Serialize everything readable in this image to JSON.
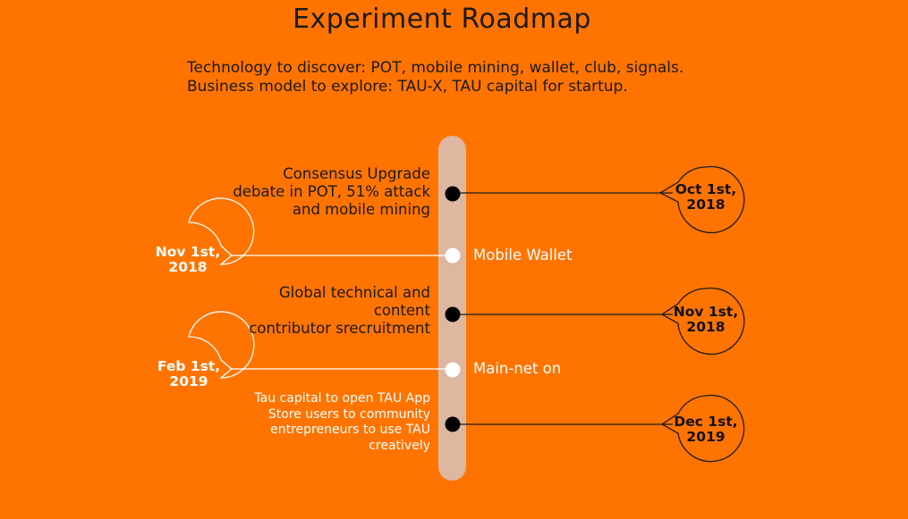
{
  "title": "Experiment Roadmap",
  "subtitle_lines": [
    "Technology to discover: POT, mobile mining, wallet, club, signals.",
    "Business model to explore: TAU-X, TAU capital for startup."
  ],
  "colors": {
    "background": "#FF7400",
    "timeline_bar": "#DDB7A0",
    "dark_marker": "#000000",
    "light_marker": "#FFFFFF"
  },
  "milestones": [
    {
      "text_lines": [
        "Consensus Upgrade",
        "debate in POT, 51% attack",
        "and mobile mining"
      ],
      "date_lines": [
        "Oct 1st,",
        "2018"
      ],
      "marker": "dark",
      "date_side": "right"
    },
    {
      "text_lines": [
        "Mobile Wallet"
      ],
      "date_lines": [
        "Nov 1st,",
        "2018"
      ],
      "marker": "light",
      "date_side": "left"
    },
    {
      "text_lines": [
        "Global technical and",
        "content",
        "contributor srecruitment"
      ],
      "date_lines": [
        "Nov 1st,",
        "2018"
      ],
      "marker": "dark",
      "date_side": "right"
    },
    {
      "text_lines": [
        "Main-net on"
      ],
      "date_lines": [
        "Feb 1st,",
        "2019"
      ],
      "marker": "light",
      "date_side": "left"
    },
    {
      "text_lines": [
        "Tau capital to open TAU App",
        "Store users to community",
        "entrepreneurs to use TAU",
        "creatively"
      ],
      "date_lines": [
        "Dec 1st,",
        "2019"
      ],
      "marker": "dark",
      "date_side": "right"
    }
  ]
}
